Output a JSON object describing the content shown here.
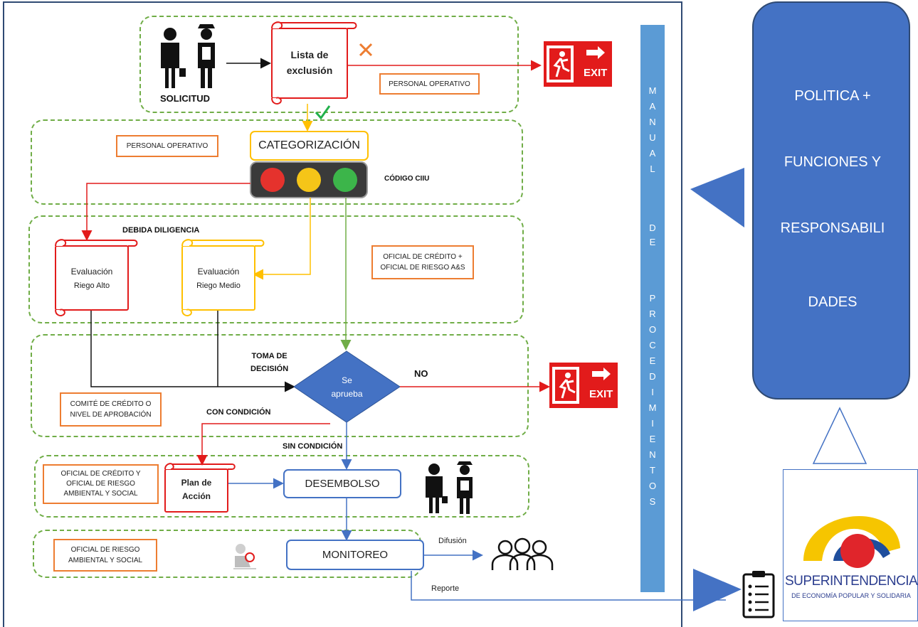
{
  "solicitud": {
    "label": "SOLICITUD"
  },
  "lista": {
    "line1": "Lista de",
    "line2": "exclusión"
  },
  "personal_operativo_1": "PERSONAL OPERATIVO",
  "personal_operativo_2": "PERSONAL OPERATIVO",
  "categorizacion": "CATEGORIZACIÓN",
  "codigo_ciiu": "CÓDIGO CIIU",
  "debida_diligencia": "DEBIDA DILIGENCIA",
  "eval_alto": {
    "line1": "Evaluación",
    "line2": "Riego Alto"
  },
  "eval_medio": {
    "line1": "Evaluación",
    "line2": "Riego Medio"
  },
  "oficial_credito_riesgo": {
    "line1": "OFICIAL DE CRÉDITO +",
    "line2": "OFICIAL DE RIESGO A&S"
  },
  "toma_decision": {
    "line1": "TOMA DE",
    "line2": "DECISIÓN"
  },
  "se_aprueba": {
    "line1": "Se",
    "line2": "aprueba"
  },
  "no": "NO",
  "comite": {
    "line1": "COMITÉ DE CRÉDITO O",
    "line2": "NIVEL DE APROBACIÓN"
  },
  "con_condicion": "CON CONDICIÓN",
  "sin_condicion": "SIN CONDICIÓN",
  "oficial_credito_ambiental": {
    "line1": "OFICIAL DE CRÉDITO Y",
    "line2": "OFICIAL DE RIESGO",
    "line3": "AMBIENTAL Y SOCIAL"
  },
  "plan_accion": {
    "line1": "Plan de",
    "line2": "Acción"
  },
  "desembolso": "DESEMBOLSO",
  "oficial_riesgo": {
    "line1": "OFICIAL DE RIESGO",
    "line2": "AMBIENTAL Y SOCIAL"
  },
  "monitoreo": "MONITOREO",
  "difusion": "Difusión",
  "reporte": "Reporte",
  "exit_label": "EXIT",
  "manual_letters": [
    "M",
    "A",
    "N",
    "U",
    "A",
    "L",
    "D",
    "E",
    "P",
    "R",
    "O",
    "C",
    "E",
    "D",
    "I",
    "M",
    "I",
    "E",
    "N",
    "T",
    "O",
    "S"
  ],
  "policy": {
    "line1": "POLITICA +",
    "line2": "FUNCIONES Y",
    "line3": "RESPONSABILI",
    "line4": "DADES"
  },
  "logo": {
    "line1": "SUPERINTENDENCIA",
    "line2": "DE ECONOMÍA POPULAR Y SOLIDARIA"
  },
  "colors": {
    "red": "#e21b1b",
    "yellow": "#ffc000",
    "green": "#70ad47",
    "blue": "#4472c4",
    "orange": "#ed7d31"
  }
}
